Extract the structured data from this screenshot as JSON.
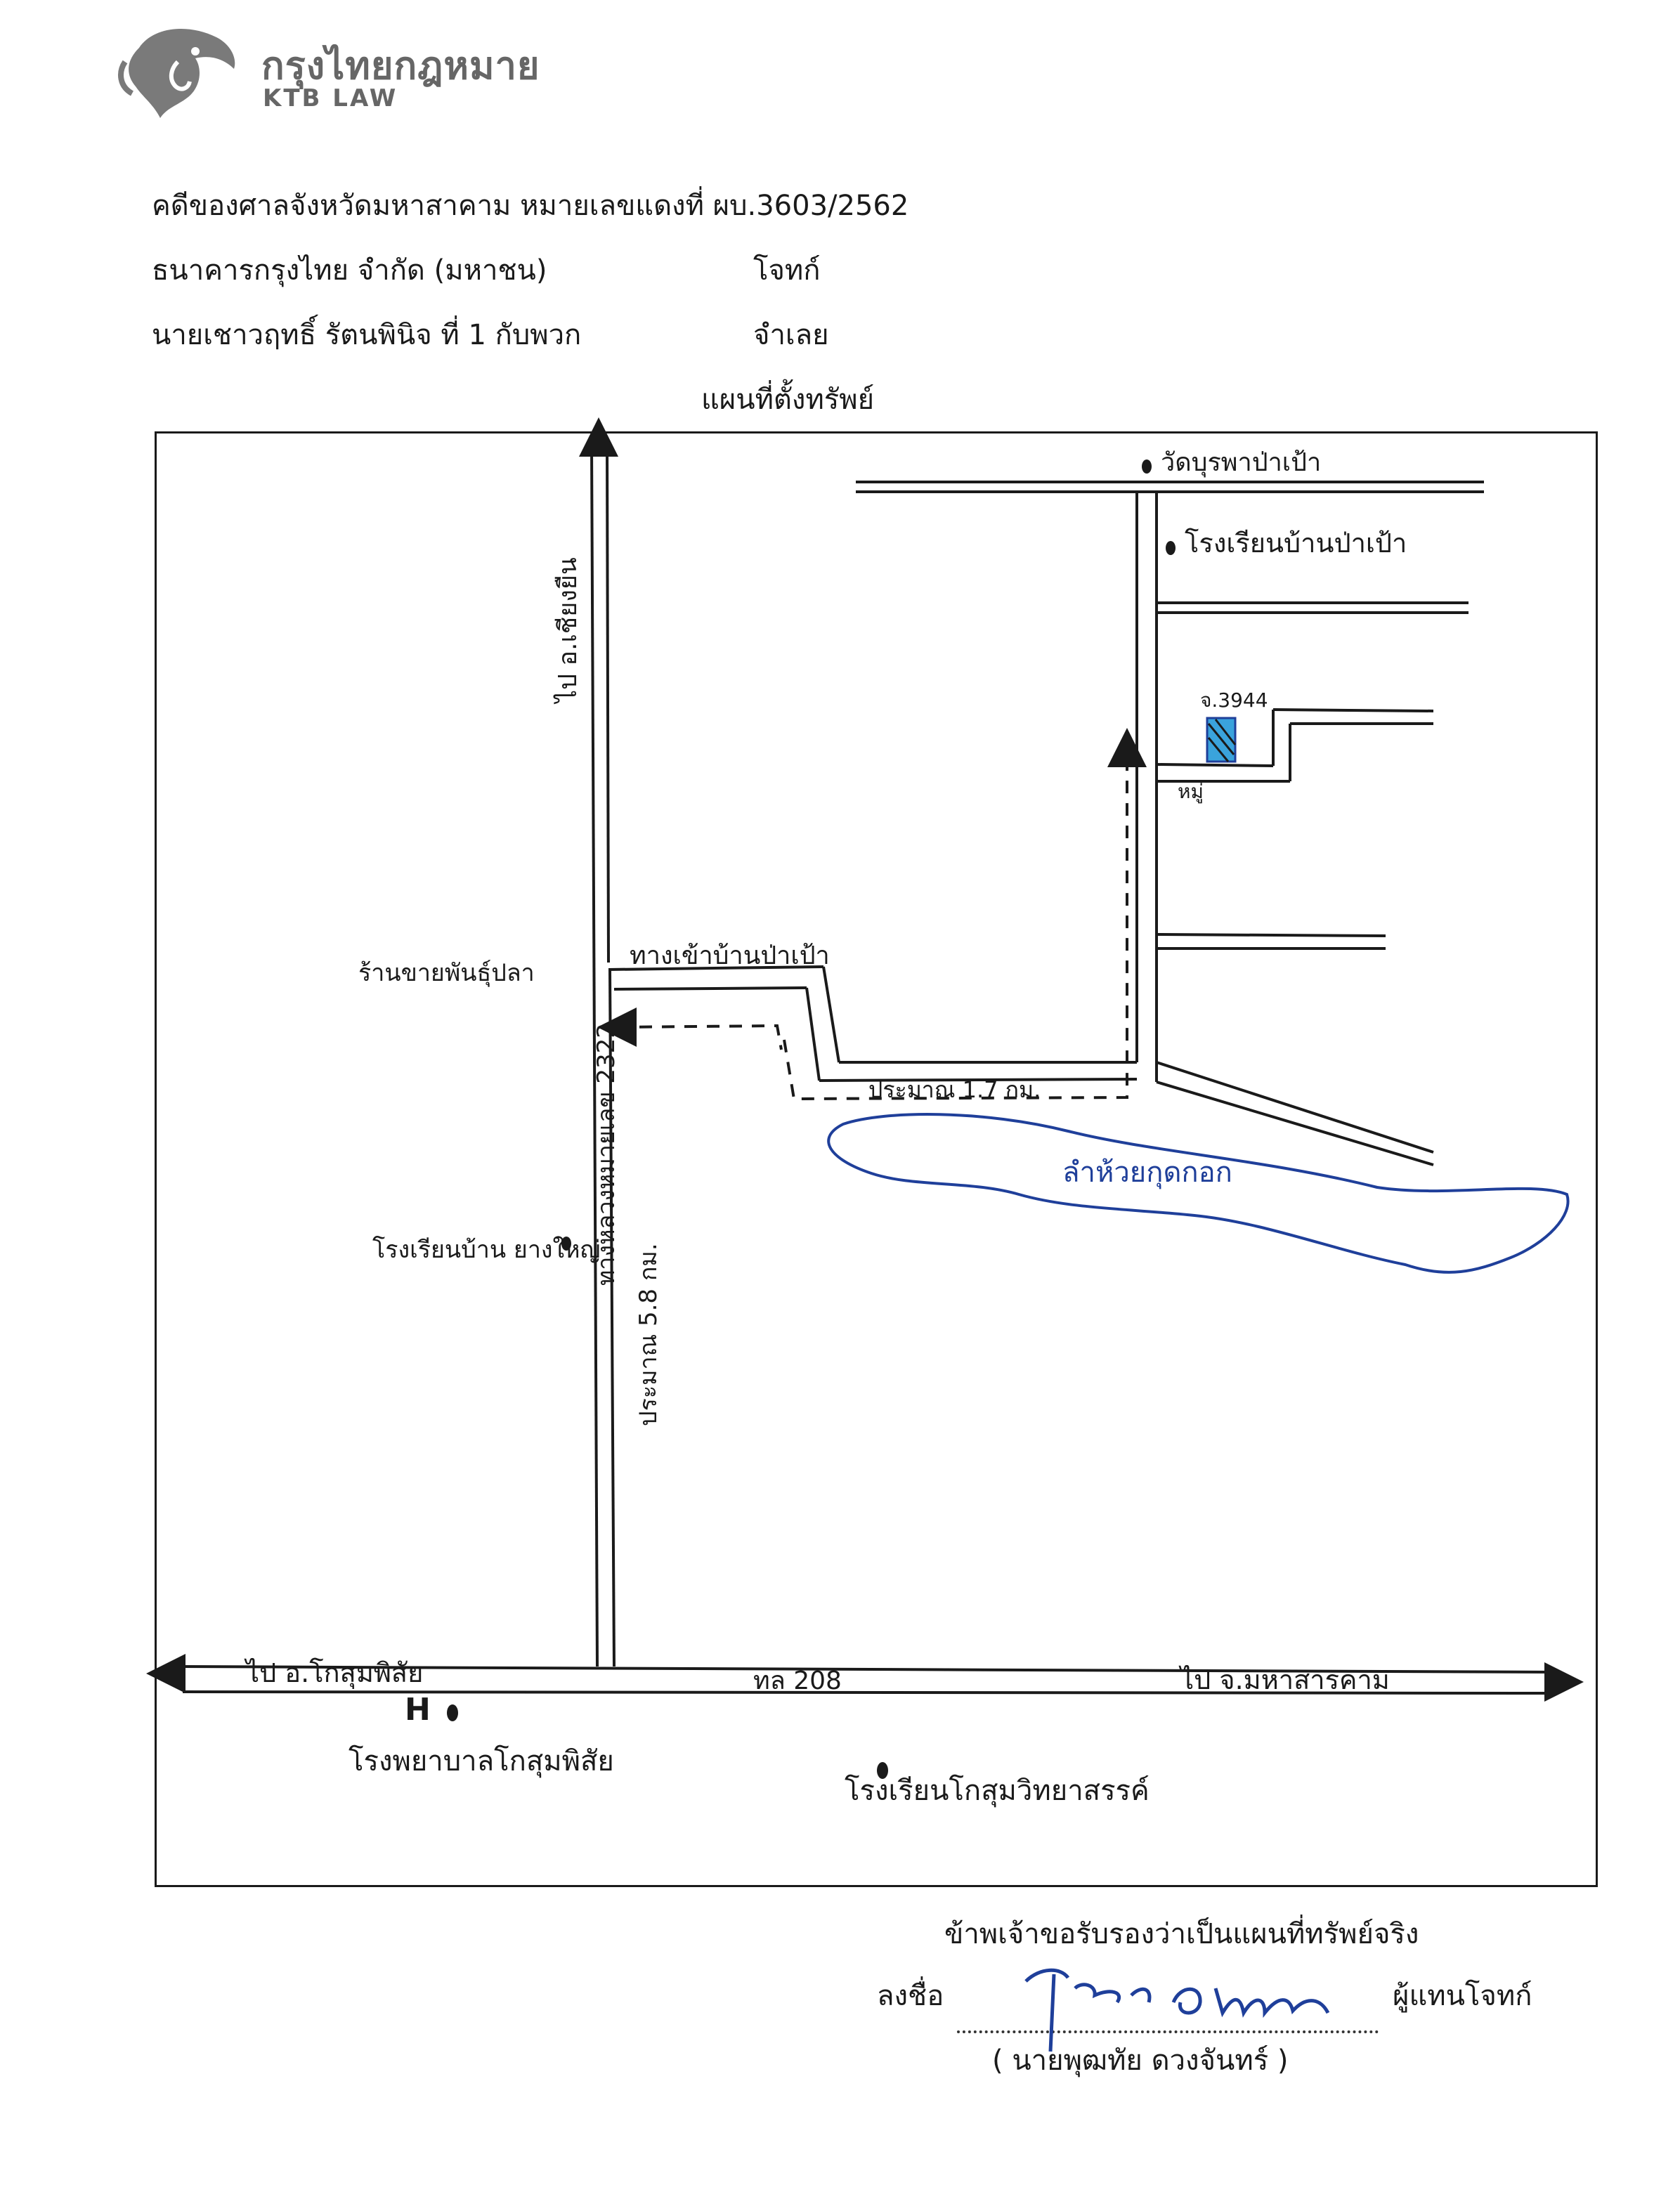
{
  "logo": {
    "name_thai": "กรุงไทยกฎหมาย",
    "name_en": "KTB LAW"
  },
  "header": {
    "case_line": "คดีของศาลจังหวัดมหาสาคาม หมายเลขแดงที่ ผบ.3603/2562",
    "plaintiff": "ธนาคารกรุงไทย จำกัด (มหาชน)",
    "plaintiff_role": "โจทก์",
    "defendant": "นายเชาวฤทธิ์ รัตนพินิจ ที่ 1 กับพวก",
    "defendant_role": "จำเลย",
    "title": "แผนที่ตั้งทรัพย์"
  },
  "map": {
    "labels": {
      "to_chiang_yuen": "ไป อ.เชียงยืน",
      "shop": "ร้านขายพันธุ์ปลา",
      "highway_2322": "ทางหลวงหมายเลข 2322",
      "dist_5_8": "ประมาณ 5.8 กม.",
      "school_yang_yai": "โรงเรียนบ้าน ยางใหญ่",
      "entrance": "ทางเข้าบ้านป่าเป้า",
      "dist_1_7": "ประมาณ 1.7 กม.",
      "stream": "ลำห้วยกุดกอก",
      "temple": "วัดบุรพาป่าเป้า",
      "school_pa_pao": "โรงเรียนบ้านป่าเป้า",
      "property": "จ.3944",
      "house": "หมู่",
      "to_kosum": "ไป อ.โกสุมพิสัย",
      "road_208": "ทล 208",
      "to_mahasarakham": "ไป จ.มหาสารคาม",
      "hospital_mark": "H",
      "hospital": "โรงพยาบาลโกสุมพิสัย",
      "school_kosum": "โรงเรียนโกสุมวิทยาสรรค์"
    },
    "colors": {
      "ink": "#1a1a1a",
      "blue_ink": "#1f3f9a",
      "highlight": "#3aa3dc"
    }
  },
  "certification": {
    "statement": "ข้าพเจ้าขอรับรองว่าเป็นแผนที่ทรัพย์จริง",
    "sign_label": "ลงชื่อ",
    "signatory_role": "ผู้แทนโจทก์",
    "signatory_name": "( นายพุฒทัย ดวงจันทร์ )"
  }
}
